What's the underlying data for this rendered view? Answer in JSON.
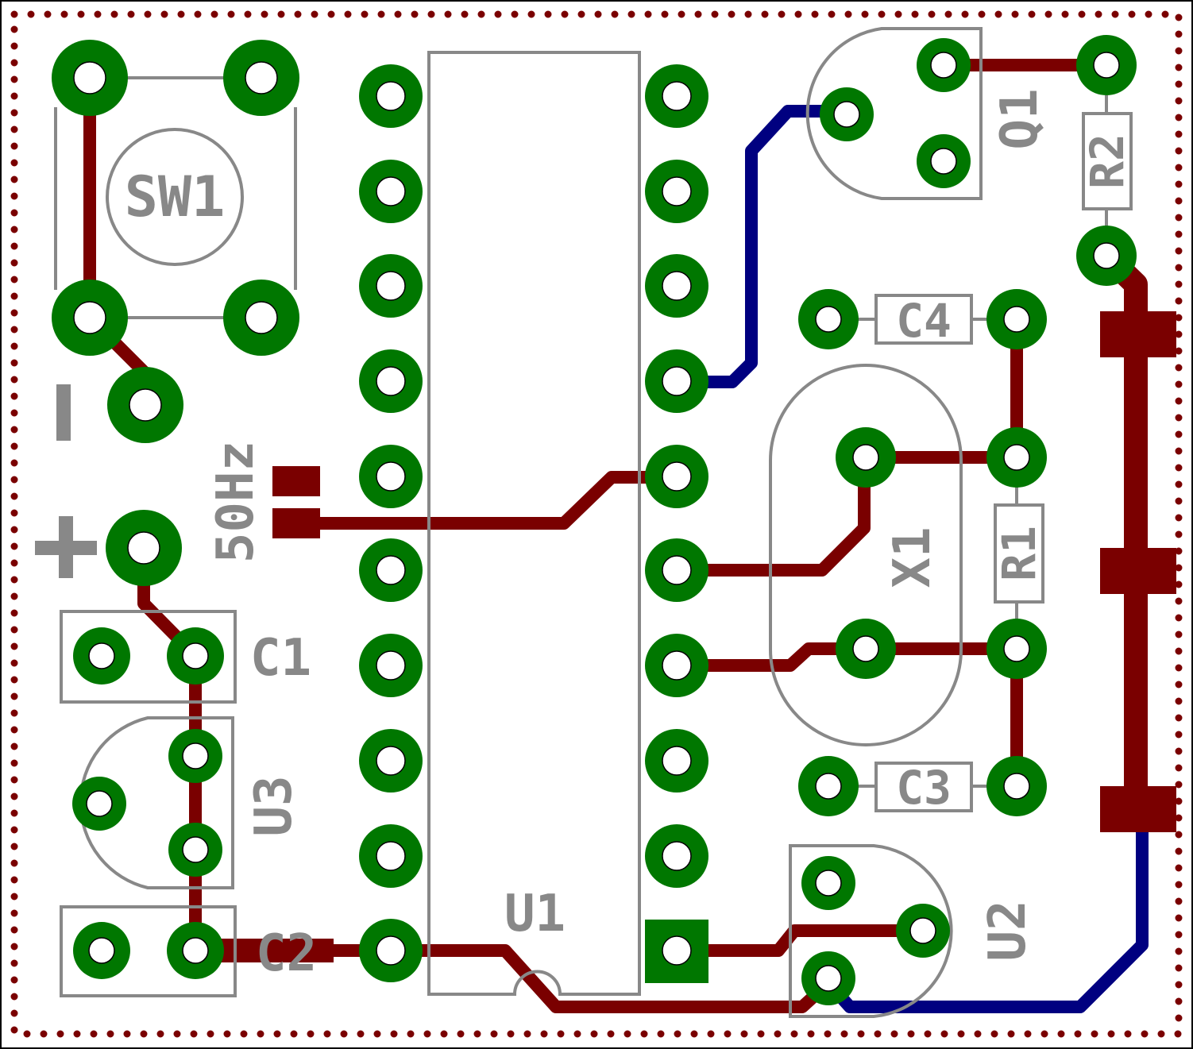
{
  "colors": {
    "copper_top": "#7a0000",
    "copper_bottom": "#000080",
    "pad": "#007700",
    "silk": "#888888",
    "outline": "#000000"
  },
  "labels": {
    "sw1": "SW1",
    "minus": "-",
    "plus": "+",
    "freq": "50Hz",
    "c1": "C1",
    "c2": "C2",
    "u3": "U3",
    "u1": "U1",
    "u2": "U2",
    "q1": "Q1",
    "r2": "R2",
    "c4": "C4",
    "x1": "X1",
    "r1": "R1",
    "c3": "C3"
  }
}
